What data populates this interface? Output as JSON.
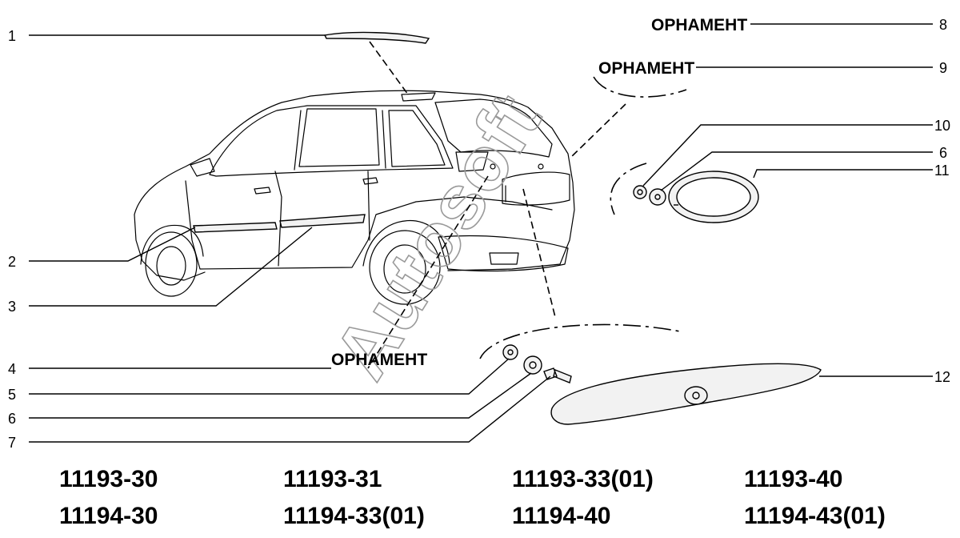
{
  "ornament_labels": [
    "ОРНАМЕНТ",
    "ОРНАМЕНТ",
    "ОРНАМЕНТ"
  ],
  "callouts": [
    "1",
    "2",
    "3",
    "4",
    "5",
    "6",
    "7",
    "8",
    "9",
    "10",
    "6",
    "11",
    "12"
  ],
  "model_codes": [
    [
      "11193-30",
      "11193-31",
      "11193-33(01)",
      "11193-40"
    ],
    [
      "11194-30",
      "11194-33(01)",
      "11194-40",
      "11194-43(01)"
    ]
  ],
  "watermark": "Autosoft"
}
